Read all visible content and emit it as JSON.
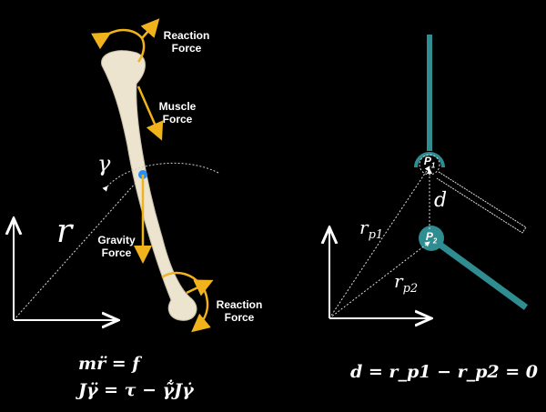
{
  "left": {
    "labels": {
      "reaction_force_top": [
        "Reaction",
        "Force"
      ],
      "muscle_force": [
        "Muscle",
        "Force"
      ],
      "gravity_force": [
        "Gravity",
        "Force"
      ],
      "reaction_force_bottom": [
        "Reaction",
        "Force"
      ]
    },
    "gamma": "γ",
    "r": "r",
    "equation_1": "mr̈ = f",
    "equation_2": "Jγ̈ = τ − γ̃̇Jγ̇"
  },
  "right": {
    "p1": "P",
    "p1_sub": "1",
    "p2": "P",
    "p2_sub": "2",
    "d": "d",
    "rp1": "r",
    "rp1_sub": "p1",
    "rp2": "r",
    "rp2_sub": "p2",
    "equation": "d = r_p1 − r_p2 = 0",
    "equation_parts": {
      "d": "d = r",
      "s1": "p1",
      "mid": " − r",
      "s2": "p2",
      "end": " = 0"
    }
  },
  "colors": {
    "teal": "#2f8c90",
    "arrow": "#f0b31c",
    "bone": "#ede4cf",
    "dot": "#1e90ff"
  }
}
